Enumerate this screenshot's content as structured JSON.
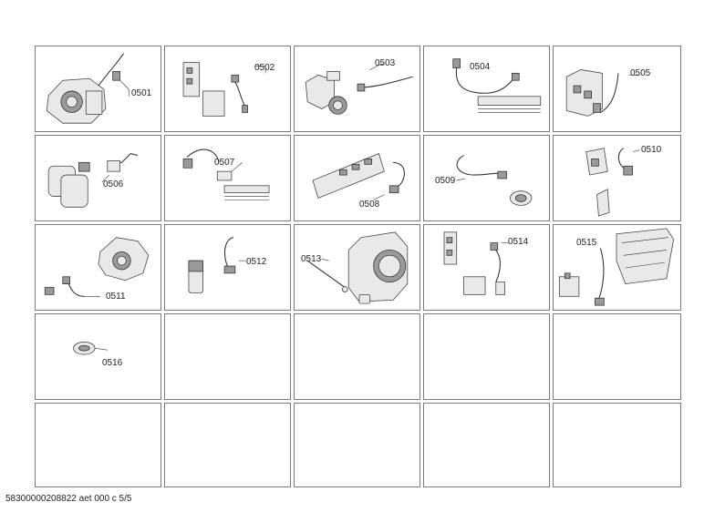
{
  "parts": [
    {
      "row": 0,
      "col": 0,
      "label": "0501"
    },
    {
      "row": 0,
      "col": 1,
      "label": "0502"
    },
    {
      "row": 0,
      "col": 2,
      "label": "0503"
    },
    {
      "row": 0,
      "col": 3,
      "label": "0504"
    },
    {
      "row": 0,
      "col": 4,
      "label": "0505"
    },
    {
      "row": 1,
      "col": 0,
      "label": "0506"
    },
    {
      "row": 1,
      "col": 1,
      "label": "0507"
    },
    {
      "row": 1,
      "col": 2,
      "label": "0508"
    },
    {
      "row": 1,
      "col": 3,
      "label": "0509"
    },
    {
      "row": 1,
      "col": 4,
      "label": "0510"
    },
    {
      "row": 2,
      "col": 0,
      "label": "0511"
    },
    {
      "row": 2,
      "col": 1,
      "label": "0512"
    },
    {
      "row": 2,
      "col": 2,
      "label": "0513"
    },
    {
      "row": 2,
      "col": 3,
      "label": "0514"
    },
    {
      "row": 2,
      "col": 4,
      "label": "0515"
    },
    {
      "row": 3,
      "col": 0,
      "label": "0516"
    },
    {
      "row": 3,
      "col": 1,
      "label": ""
    },
    {
      "row": 3,
      "col": 2,
      "label": ""
    },
    {
      "row": 3,
      "col": 3,
      "label": ""
    },
    {
      "row": 3,
      "col": 4,
      "label": ""
    },
    {
      "row": 4,
      "col": 0,
      "label": ""
    },
    {
      "row": 4,
      "col": 1,
      "label": ""
    },
    {
      "row": 4,
      "col": 2,
      "label": ""
    },
    {
      "row": 4,
      "col": 3,
      "label": ""
    },
    {
      "row": 4,
      "col": 4,
      "label": ""
    }
  ],
  "footer": {
    "text": "58300000208822 aet 000 c 5/5"
  }
}
